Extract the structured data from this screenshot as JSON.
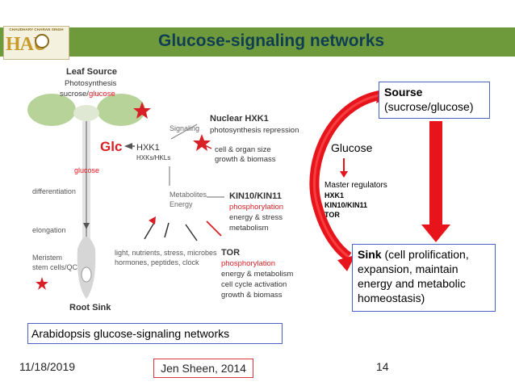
{
  "header": {
    "title": "Glucose-signaling networks",
    "logo_text": "CHAUDHARY CHARAN SINGH",
    "logo_letters": "HAU"
  },
  "figure": {
    "leaf_source": "Leaf Source",
    "photosynthesis": "Photosynthesis",
    "sucrose": "sucrose/",
    "glucose_top": "glucose",
    "glc": "Glc",
    "hxk1": "HXK1",
    "hxks": "HXKs/HKLs",
    "glucose_stem": "glucose",
    "differentiation": "differentiation",
    "elongation": "elongation",
    "meristem1": "Meristem",
    "meristem2": "stem cells/QC",
    "root_sink": "Root Sink",
    "signaling": "Signaling",
    "metabolites": "Metabolites",
    "energy": "Energy",
    "nuclear_hxk1": "Nuclear HXK1",
    "photo_repression": "photosynthesis repression",
    "cell_organ": "cell & organ size",
    "growth_biomass": "growth & biomass",
    "kin": "KIN10/KIN11",
    "phosphorylation": "phosphorylation",
    "energy_stress": "energy & stress",
    "metabolism": "metabolism",
    "light1": "light, nutrients, stress, microbes",
    "light2": "hormones, peptides, clock",
    "tor": "TOR",
    "tor_phos": "phosphorylation",
    "energy_metab": "energy & metabolism",
    "cell_cycle": "cell cycle activation",
    "growth_biomass2": "growth & biomass"
  },
  "diagram": {
    "source_label": "Sourse",
    "source_detail": "(sucrose/glucose)",
    "glucose": "Glucose",
    "master_title": "Master regulators",
    "regulators": [
      "HXK1",
      "KIN10/KIN11",
      "TOR"
    ],
    "sink_label": "Sink",
    "sink_detail": " (cell prolification, expansion, maintain energy and metabolic homeostasis)"
  },
  "caption": "Arabidopsis glucose-signaling networks",
  "footer": {
    "date": "11/18/2019",
    "author": "Jen Sheen, 2014",
    "page": "14"
  },
  "colors": {
    "header_bar": "#6f9a3c",
    "title_text": "#0f3d52",
    "arrow_red": "#e8141b",
    "box_border": "#4a63c0",
    "author_border": "#d9353a"
  }
}
